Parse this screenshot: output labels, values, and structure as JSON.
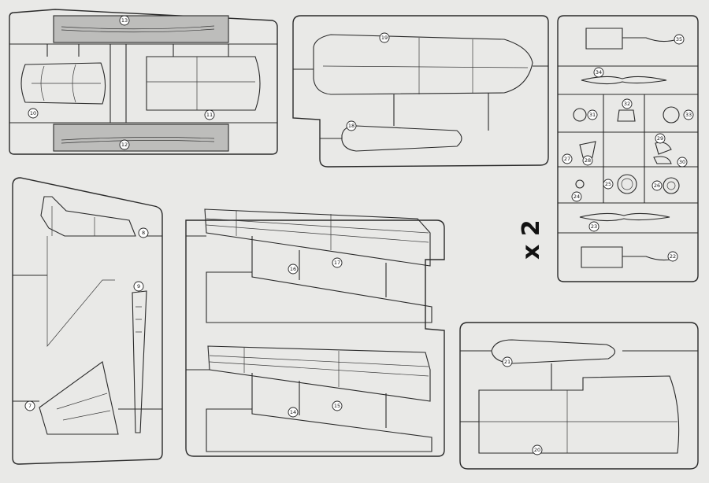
{
  "multiplier": "x 2",
  "parts": [
    {
      "n": "13"
    },
    {
      "n": "12"
    },
    {
      "n": "10"
    },
    {
      "n": "11"
    },
    {
      "n": "19"
    },
    {
      "n": "18"
    },
    {
      "n": "35"
    },
    {
      "n": "34"
    },
    {
      "n": "31"
    },
    {
      "n": "32"
    },
    {
      "n": "33"
    },
    {
      "n": "27"
    },
    {
      "n": "28"
    },
    {
      "n": "29"
    },
    {
      "n": "30"
    },
    {
      "n": "24"
    },
    {
      "n": "25"
    },
    {
      "n": "26"
    },
    {
      "n": "23"
    },
    {
      "n": "22"
    },
    {
      "n": "8"
    },
    {
      "n": "9"
    },
    {
      "n": "7"
    },
    {
      "n": "16"
    },
    {
      "n": "17"
    },
    {
      "n": "14"
    },
    {
      "n": "15"
    },
    {
      "n": "21"
    },
    {
      "n": "20"
    }
  ]
}
